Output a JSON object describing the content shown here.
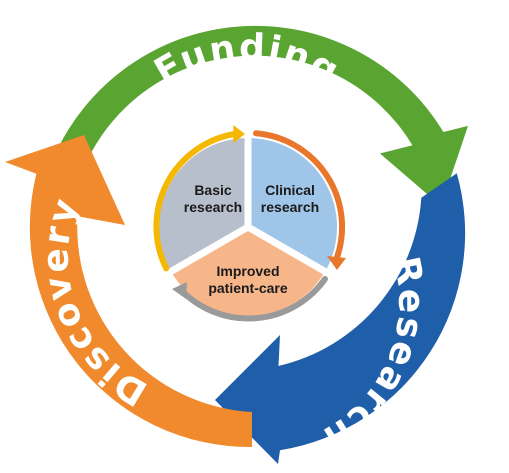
{
  "outer_cycle": {
    "stages": [
      {
        "label": "Funding",
        "color": "#5aa532"
      },
      {
        "label": "Research",
        "color": "#1f5ea8"
      },
      {
        "label": "Discovery",
        "color": "#f08a2c"
      }
    ]
  },
  "inner_cycle": {
    "segments": [
      {
        "label_line1": "Basic",
        "label_line2": "research",
        "fill": "#b8bfcc",
        "arrow_color": "#f5b800"
      },
      {
        "label_line1": "Clinical",
        "label_line2": "research",
        "fill": "#9fc5e8",
        "arrow_color": "#e9772b"
      },
      {
        "label_line1": "Improved",
        "label_line2": "patient-care",
        "fill": "#f6b68a",
        "arrow_color": "#9a9a9a"
      }
    ]
  }
}
